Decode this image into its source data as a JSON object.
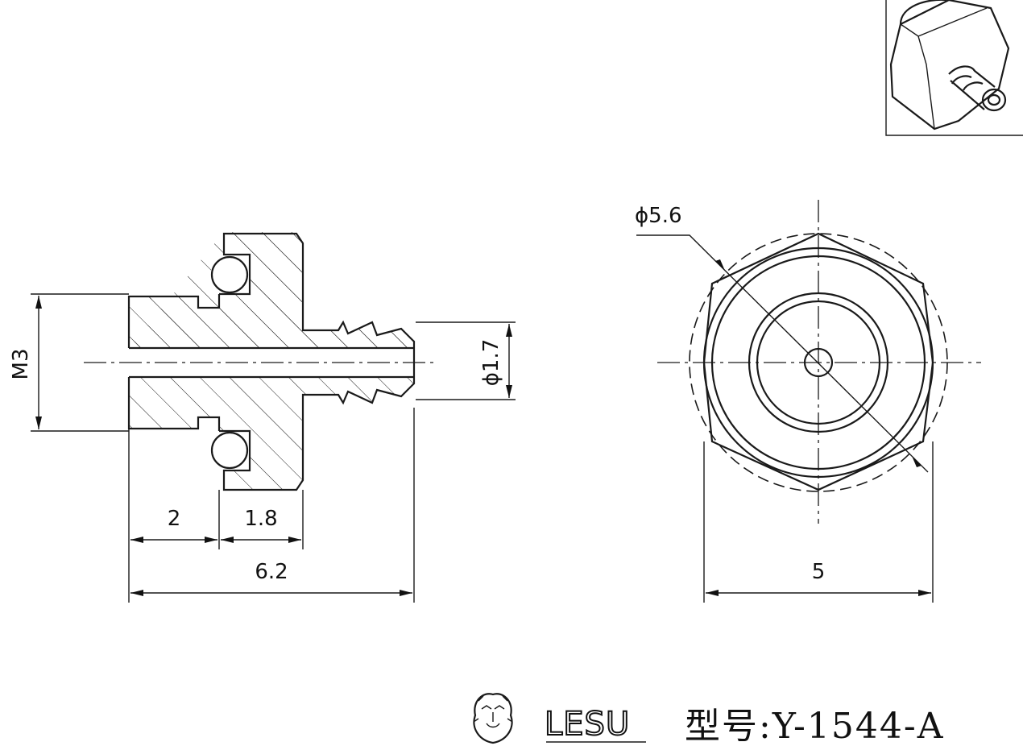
{
  "dimensions": {
    "thread": "M3",
    "bore_diameter": "ϕ1.7",
    "seg_1": "2",
    "seg_2": "1.8",
    "overall_length": "6.2",
    "outer_diameter": "ϕ5.6",
    "across_flats": "5"
  },
  "title_block": {
    "brand": "LESU",
    "model_label": "型号:Y-1544-A"
  }
}
